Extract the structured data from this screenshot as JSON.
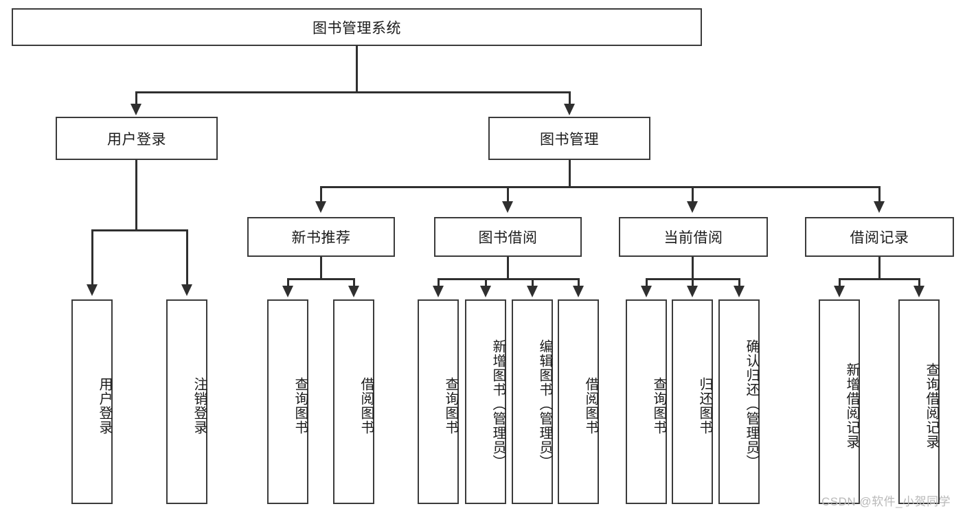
{
  "diagram": {
    "type": "hierarchical-tree",
    "title": "图书管理系统",
    "root": {
      "label": "图书管理系统",
      "id": "root"
    },
    "level2": [
      {
        "id": "user-login",
        "label": "用户登录"
      },
      {
        "id": "book-management",
        "label": "图书管理"
      }
    ],
    "level3": [
      {
        "id": "new-book-recommend",
        "label": "新书推荐",
        "parent": "book-management"
      },
      {
        "id": "book-borrow",
        "label": "图书借阅",
        "parent": "book-management"
      },
      {
        "id": "current-borrow",
        "label": "当前借阅",
        "parent": "book-management"
      },
      {
        "id": "borrow-record",
        "label": "借阅记录",
        "parent": "book-management"
      }
    ],
    "leaves": [
      {
        "id": "leaf-user-login",
        "label": "用户登录",
        "parent": "user-login"
      },
      {
        "id": "leaf-logout",
        "label": "注销登录",
        "parent": "user-login"
      },
      {
        "id": "leaf-query-book-1",
        "label": "查询图书",
        "parent": "new-book-recommend"
      },
      {
        "id": "leaf-borrow-book-1",
        "label": "借阅图书",
        "parent": "new-book-recommend"
      },
      {
        "id": "leaf-query-book-2",
        "label": "查询图书",
        "parent": "book-borrow"
      },
      {
        "id": "leaf-add-book",
        "label": "新增图书（管理员）",
        "parent": "book-borrow"
      },
      {
        "id": "leaf-edit-book",
        "label": "编辑图书（管理员）",
        "parent": "book-borrow"
      },
      {
        "id": "leaf-borrow-book-2",
        "label": "借阅图书",
        "parent": "book-borrow"
      },
      {
        "id": "leaf-query-book-3",
        "label": "查询图书",
        "parent": "current-borrow"
      },
      {
        "id": "leaf-return-book",
        "label": "归还图书",
        "parent": "current-borrow"
      },
      {
        "id": "leaf-confirm-return",
        "label": "确认归还（管理员）",
        "parent": "current-borrow"
      },
      {
        "id": "leaf-add-record",
        "label": "新增借阅记录",
        "parent": "borrow-record"
      },
      {
        "id": "leaf-query-record",
        "label": "查询借阅记录",
        "parent": "borrow-record"
      }
    ],
    "watermark": "CSDN @软件_小贺同学",
    "colors": {
      "border": "#3b3b3b",
      "connector": "#2f2f2f",
      "background": "#ffffff",
      "text": "#1b1b1b",
      "watermark": "#b9b9b9"
    }
  }
}
